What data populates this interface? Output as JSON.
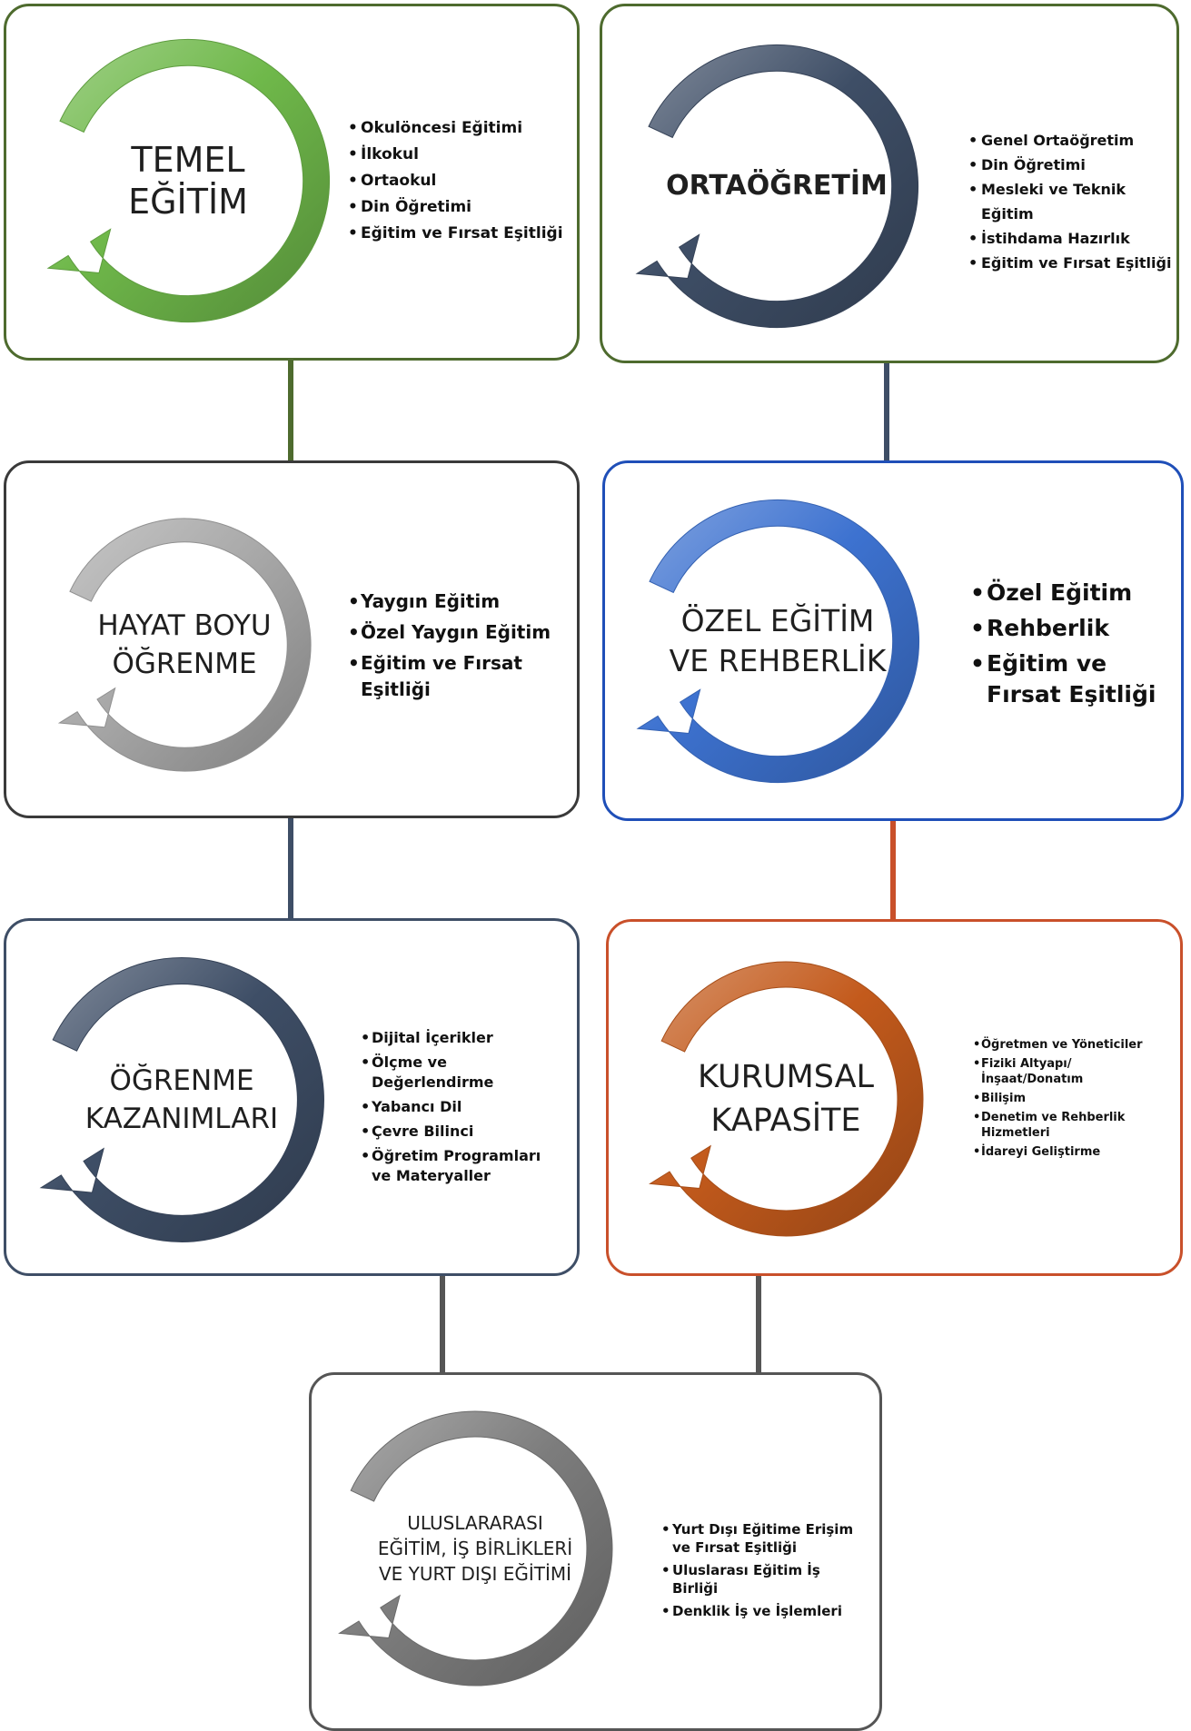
{
  "colors": {
    "green": "#6fb84a",
    "slate": "#3e4e66",
    "gray": "#a9a9a9",
    "blue": "#3d72d0",
    "orange": "#c35a1c",
    "mid_gray": "#7d7d7d",
    "card_olive": "#4e6b2e",
    "card_dark": "#3a3a3a",
    "card_blue": "#1f4fb8",
    "card_slate": "#3e4e66",
    "card_orange": "#c9502a",
    "card_gray": "#555555",
    "line_olive": "#4e6b2e",
    "line_slate": "#3e4e66",
    "line_orange": "#c9502a",
    "line_gray": "#555555"
  },
  "cards": [
    {
      "id": "temel-egitim",
      "title": "TEMEL\nEĞİTİM",
      "color": "green",
      "items": [
        "Okulöncesi Eğitimi",
        "İlkokul",
        "Ortaokul",
        "Din Öğretimi",
        "Eğitim ve Fırsat Eşitliği"
      ]
    },
    {
      "id": "ortaogretim",
      "title": "ORTAÖĞRETİM",
      "color": "slate",
      "items": [
        "Genel Ortaöğretim",
        "Din Öğretimi",
        "Mesleki ve Teknik Eğitim",
        "İstihdama Hazırlık",
        "Eğitim ve Fırsat Eşitliği"
      ]
    },
    {
      "id": "hayat-boyu-ogrenme",
      "title": "HAYAT BOYU\nÖĞRENME",
      "color": "gray",
      "items": [
        "Yaygın Eğitim",
        "Özel Yaygın Eğitim",
        "Eğitim ve Fırsat Eşitliği"
      ]
    },
    {
      "id": "ozel-egitim-rehberlik",
      "title": "ÖZEL EĞİTİM\nVE REHBERLİK",
      "color": "blue",
      "items": [
        "Özel Eğitim",
        "Rehberlik",
        "Eğitim ve Fırsat Eşitliği"
      ]
    },
    {
      "id": "ogrenme-kazanimlari",
      "title": "ÖĞRENME\nKAZANIMLARI",
      "color": "slate",
      "items": [
        "Dijital İçerikler",
        "Ölçme ve Değerlendirme",
        "Yabancı Dil",
        "Çevre Bilinci",
        "Öğretim Programları ve Materyaller"
      ]
    },
    {
      "id": "kurumsal-kapasite",
      "title": "KURUMSAL\nKAPASİTE",
      "color": "orange",
      "items": [
        "Öğretmen ve Yöneticiler",
        "Fiziki Altyapı/ İnşaat/Donatım",
        "Bilişim",
        "Denetim ve Rehberlik Hizmetleri",
        "İdareyi Geliştirme"
      ]
    },
    {
      "id": "uluslararasi-egitim",
      "title": "ULUSLARARASI\nEĞİTİM, İŞ BİRLİKLERİ\nVE YURT DIŞI EĞİTİMİ",
      "color": "mid_gray",
      "items": [
        "Yurt Dışı Eğitime Erişim ve Fırsat Eşitliği",
        "Uluslarası Eğitim İş Birliği",
        "Denklik İş ve İşlemleri"
      ]
    }
  ]
}
